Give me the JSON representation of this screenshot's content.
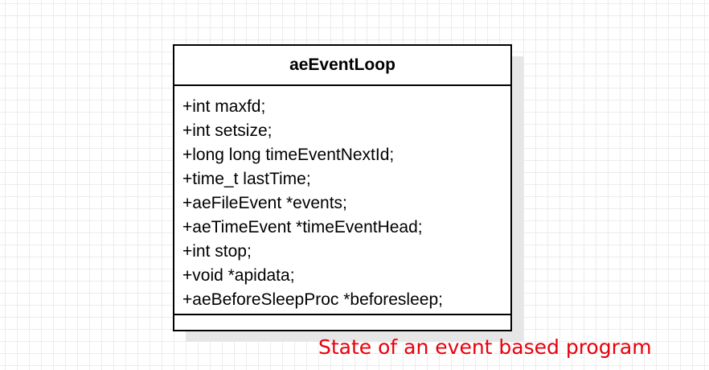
{
  "class_box": {
    "name": "aeEventLoop",
    "attributes": [
      "+int maxfd;",
      "+int setsize;",
      "+long long timeEventNextId;",
      "+time_t lastTime;",
      "+aeFileEvent *events;",
      "+aeTimeEvent *timeEventHead;",
      "+int stop;",
      "+void *apidata;",
      "+aeBeforeSleepProc *beforesleep;"
    ],
    "methods": []
  },
  "caption": {
    "text": "State of an event based program",
    "color": "#e8000b"
  },
  "colors": {
    "grid": "#ececec",
    "box_border": "#000000",
    "shadow": "#e6e6e6"
  }
}
